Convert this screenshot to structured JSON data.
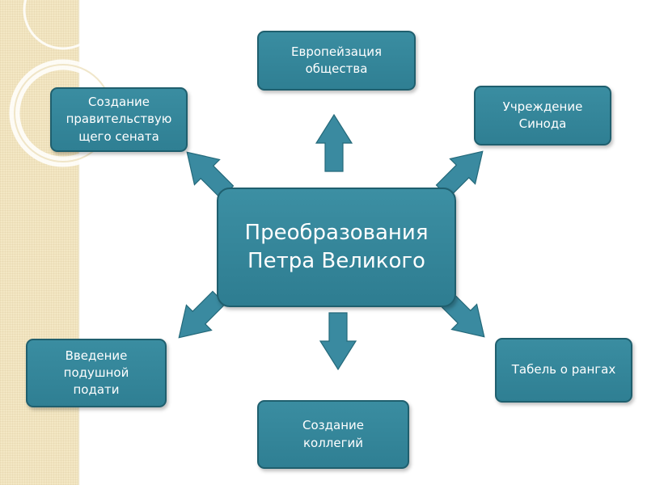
{
  "center": "Преобразования\nПетра Великого",
  "nodes": {
    "europeanization": "Европейзация\nобщества",
    "senate": "Создание\nправительствую\nщего сената",
    "synod": "Учреждение\nСинода",
    "poll_tax": "Введение\nподушной\nподати",
    "table_of_ranks": "Табель о рангах",
    "colleges": "Создание\nколлегий"
  },
  "colors": {
    "box_fill": "#2f7f93",
    "box_border": "#1f5f6e",
    "arrow_fill": "#3a8aa0",
    "sidebar": "#f3e7c4"
  }
}
